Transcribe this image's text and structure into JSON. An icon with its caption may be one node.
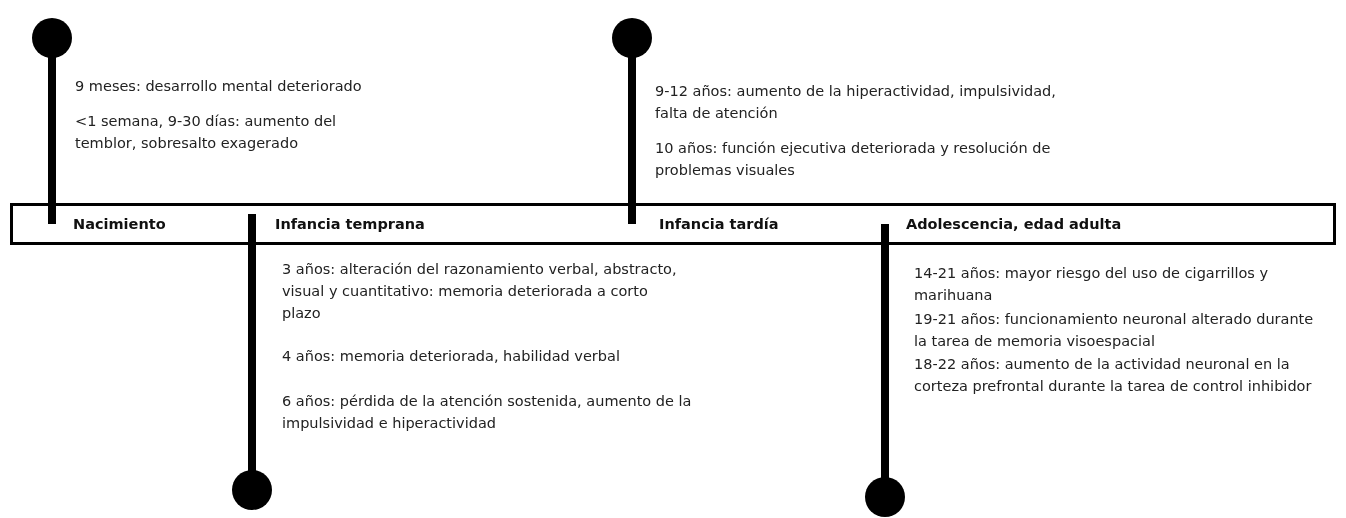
{
  "diagram": {
    "labels": [
      "9 meses: desarrollo mental deteriorado",
      "<1 semana, 9-30 días: aumento del temblor, sobresalto exagerado",
      "9-12 años: aumento de la hiperactividad, impulsividad, falta de atención",
      "10 años: función ejecutiva deteriorada y resolución de problemas visuales",
      "Nacimiento",
      "Infancia temprana",
      "Infancia tardía",
      "Adolescencia, edad adulta",
      "3 años: alteración del razonamiento verbal, abstracto, visual y cuantitativo: memoria deteriorada a corto plazo",
      "14-21 años: mayor riesgo del uso de cigarrillos y marihuana",
      "4 años: memoria deteriorada, habilidad verbal",
      "19-21 años: funcionamiento neuronal alterado durante la tarea de memoria visoespacial",
      "6 años: pérdida de la atención sostenida, aumento de la impulsividad e hiperactividad",
      "18-22 años: aumento de la actividad neuronal en la corteza prefrontal durante la tarea de control inhibidor"
    ]
  }
}
